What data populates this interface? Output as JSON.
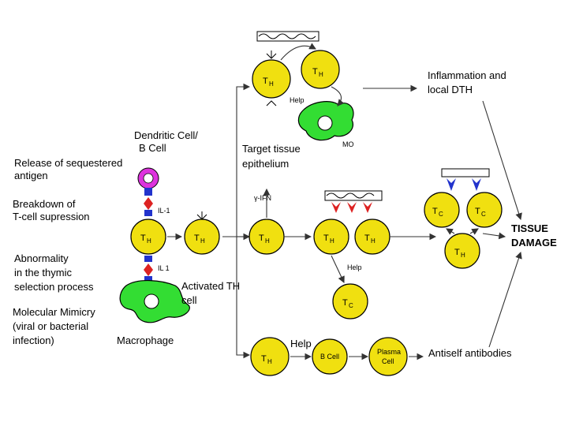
{
  "labels": {
    "release": "Release of sequestered",
    "release2": "antigen",
    "dendritic": "Dendritic Cell/",
    "dendritic2": "B Cell",
    "breakdown": "Breakdown of",
    "breakdown2": "T-cell  supression",
    "abnormality": "Abnormality",
    "abnormality2": "in the thymic",
    "abnormality3": "selection process",
    "mimicry": "Molecular Mimicry",
    "mimicry2": "(viral or bacterial",
    "mimicry3": "infection)",
    "macrophage": "Macrophage",
    "activated": "Activated TH",
    "activated2": "cell",
    "target": "Target tissue",
    "target2": "epithelium",
    "inflammation": "Inflammation and",
    "inflammation2": "local DTH",
    "tissue": "TISSUE",
    "tissue2": "DAMAGE",
    "help": "Help",
    "antiself": "Antiself antibodies",
    "il1_top": "IL-1",
    "il1_bottom": "IL 1",
    "ifn": "γ-IFN",
    "help_small_top": "Help",
    "help_small_mid": "Help",
    "mo": "MO"
  },
  "cells": {
    "t": "T",
    "h": "H",
    "c": "C",
    "bcell": "B Cell",
    "plasma": "Plasma",
    "plasma2": "Cell"
  },
  "colors": {
    "cell_fill": "#f0e010",
    "macrophage_fill": "#33dd33",
    "dendritic_fill": "#dd33dd",
    "receptor_blue": "#2233cc",
    "antigen_red": "#dd2222"
  }
}
